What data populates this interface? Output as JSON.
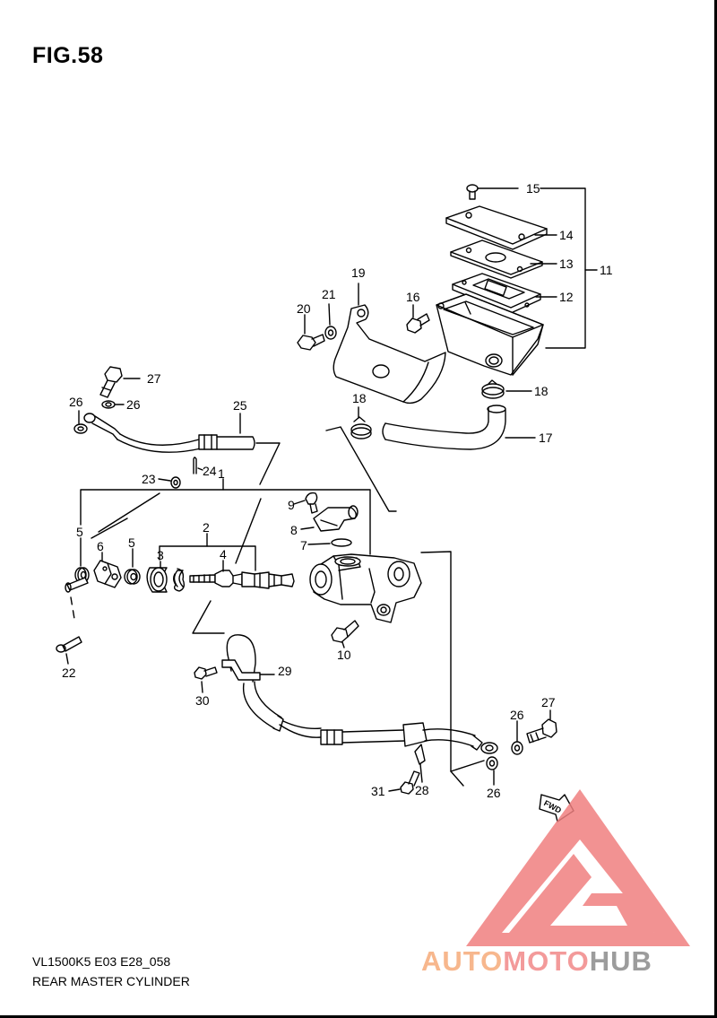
{
  "figure": {
    "title": "FIG.58",
    "code": "VL1500K5 E03 E28_058",
    "name": "REAR MASTER CYLINDER",
    "fwd_label": "FWD"
  },
  "watermark": {
    "part1": "AUTO",
    "part2": "MOTO",
    "part3": "HUB",
    "colors": {
      "triangle": "#f08080",
      "auto": "#f7b78d",
      "moto": "#f39a9a",
      "hub": "#9c9c9c"
    }
  },
  "callouts": {
    "c1": "1",
    "c2": "2",
    "c3": "3",
    "c4": "4",
    "c5a": "5",
    "c5b": "5",
    "c6": "6",
    "c7": "7",
    "c8": "8",
    "c9": "9",
    "c10": "10",
    "c11": "11",
    "c12": "12",
    "c13": "13",
    "c14": "14",
    "c15": "15",
    "c16": "16",
    "c17": "17",
    "c18a": "18",
    "c18b": "18",
    "c19": "19",
    "c20": "20",
    "c21": "21",
    "c22": "22",
    "c23": "23",
    "c24": "24",
    "c25": "25",
    "c26a": "26",
    "c26b": "26",
    "c26c": "26",
    "c26d": "26",
    "c27a": "27",
    "c27b": "27",
    "c28": "28",
    "c29": "29",
    "c30": "30",
    "c31": "31"
  }
}
